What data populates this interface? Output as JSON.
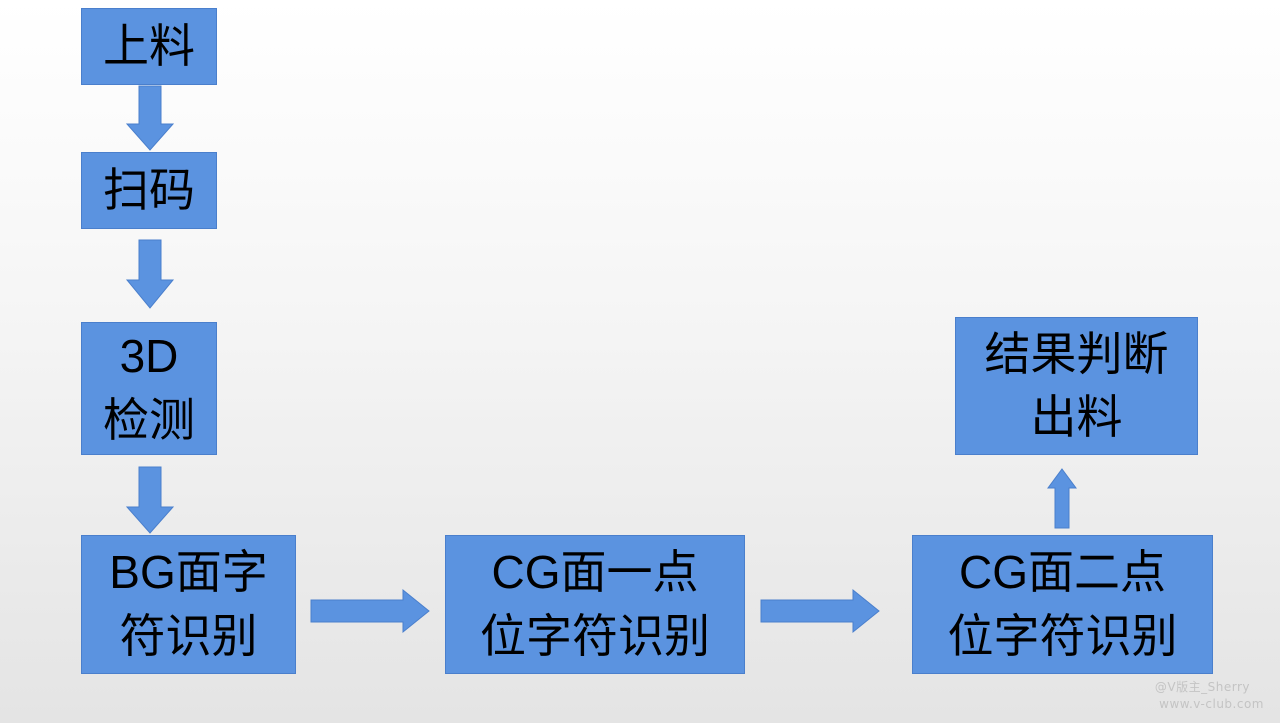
{
  "nodes": {
    "load": {
      "lines": [
        "上料"
      ]
    },
    "scan": {
      "lines": [
        "扫码"
      ]
    },
    "inspect": {
      "lines": [
        "3D",
        "检测"
      ]
    },
    "bg_ocr": {
      "lines": [
        "BG面字",
        "符识别"
      ]
    },
    "cg_ocr1": {
      "lines": [
        "CG面一点",
        "位字符识别"
      ]
    },
    "cg_ocr2": {
      "lines": [
        "CG面二点",
        "位字符识别"
      ]
    },
    "result": {
      "lines": [
        "结果判断",
        "出料"
      ]
    }
  },
  "watermark": {
    "line1": "@V版主_Sherry",
    "line2": "www.v-club.com"
  },
  "colors": {
    "box_fill": "#5b93e0",
    "arrow_fill": "#5b93e0",
    "text": "#000000"
  }
}
